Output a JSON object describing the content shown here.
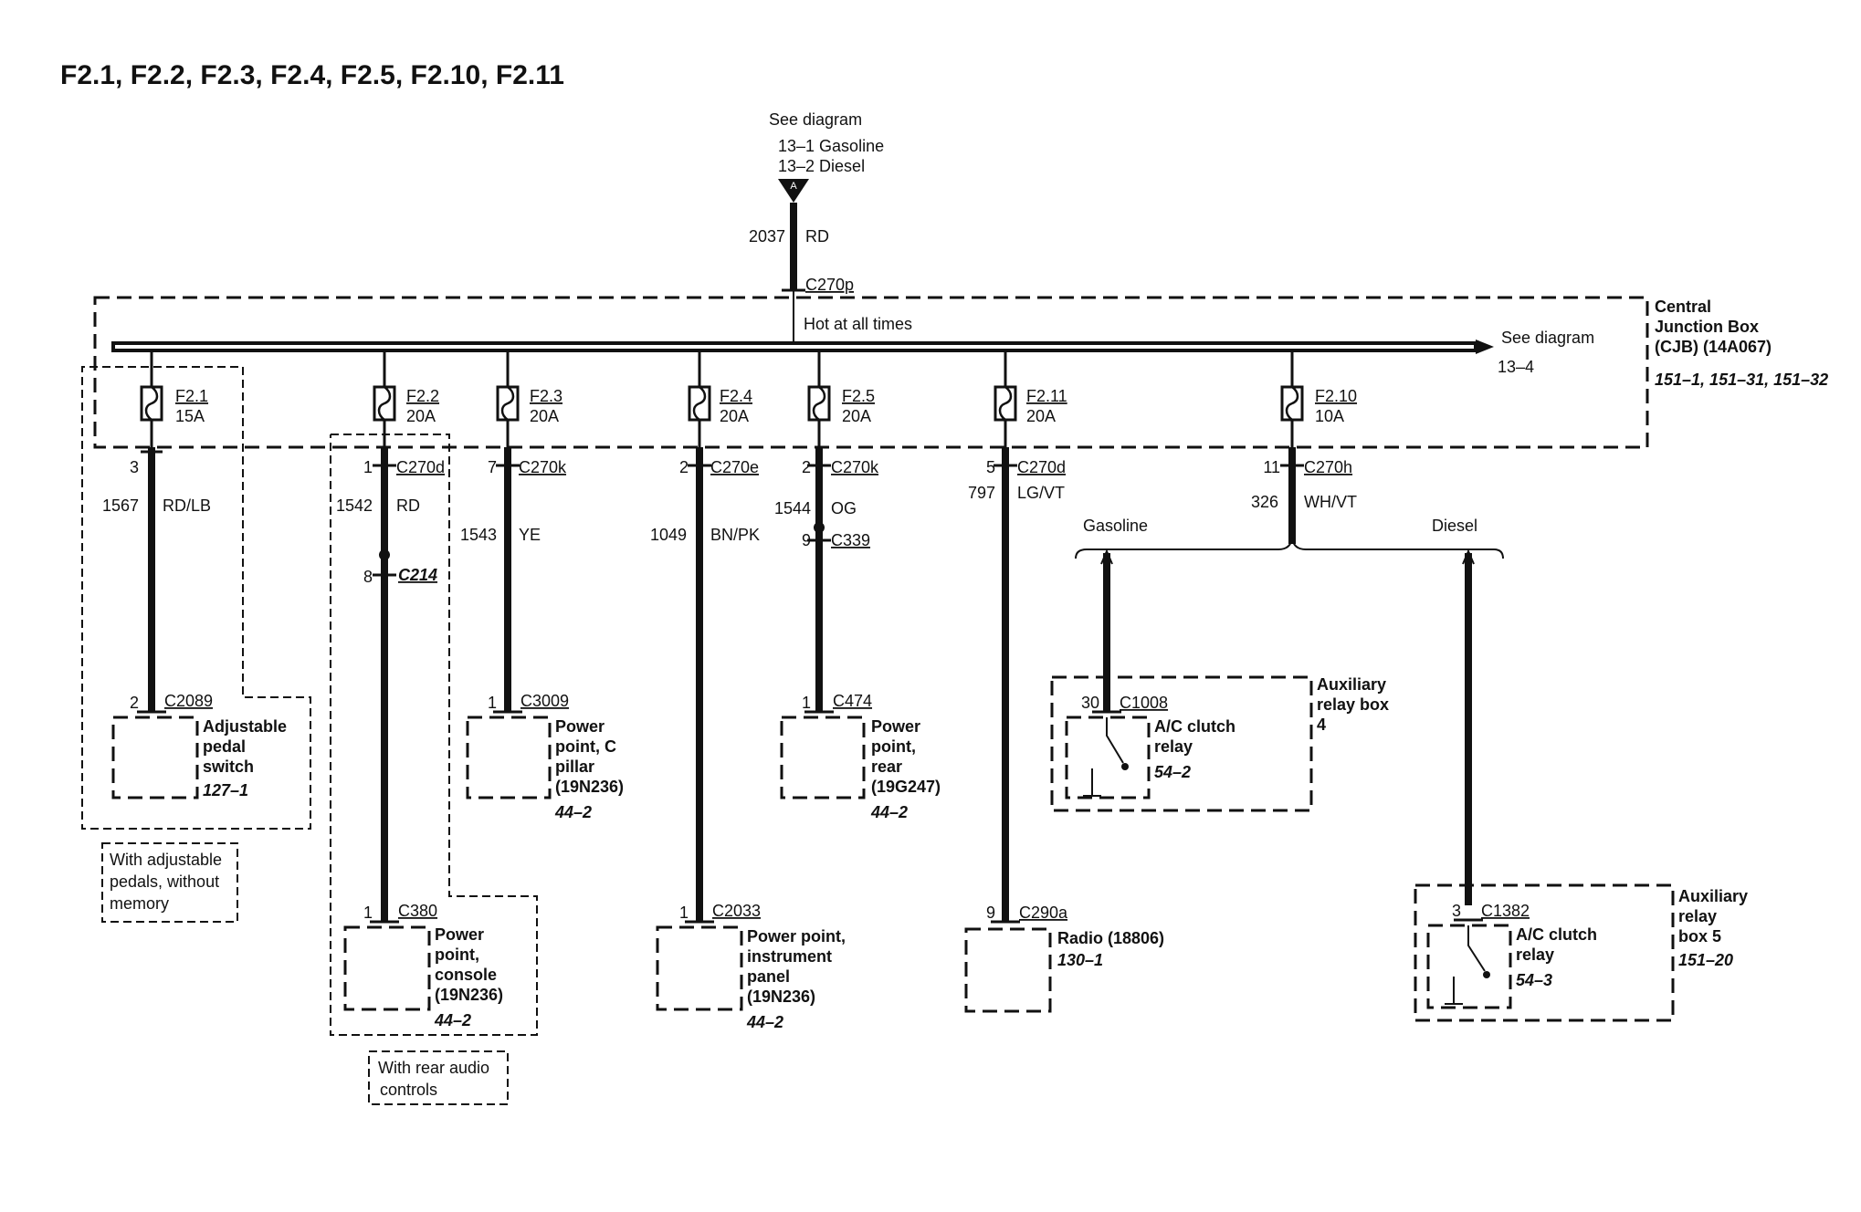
{
  "title": "F2.1, F2.2, F2.3, F2.4, F2.5, F2.10, F2.11",
  "feed": {
    "see": "See diagram",
    "ref1": "13–1 Gasoline",
    "ref2": "13–2 Diesel",
    "pin": "A",
    "circuit": "2037",
    "color": "RD",
    "connector": "C270p",
    "hot": "Hot at all times"
  },
  "cjb": {
    "line1": "Central",
    "line2": "Junction Box",
    "line3": "(CJB) (14A067)",
    "refs": "151–1, 151–31, 151–32"
  },
  "bus_see": {
    "line1": "See diagram",
    "line2": "13–4"
  },
  "fuses": [
    {
      "name": "F2.1",
      "amps": "15A"
    },
    {
      "name": "F2.2",
      "amps": "20A"
    },
    {
      "name": "F2.3",
      "amps": "20A"
    },
    {
      "name": "F2.4",
      "amps": "20A"
    },
    {
      "name": "F2.5",
      "amps": "20A"
    },
    {
      "name": "F2.11",
      "amps": "20A"
    },
    {
      "name": "F2.10",
      "amps": "10A"
    }
  ],
  "wires": {
    "w1": {
      "pin": "3",
      "circuit": "1567",
      "color": "RD/LB"
    },
    "w2": {
      "pin": "1",
      "conn": "C270d",
      "circuit": "1542",
      "color": "RD",
      "pin2": "8",
      "conn2": "C214"
    },
    "w3": {
      "pin": "7",
      "conn": "C270k",
      "circuit": "1543",
      "color": "YE"
    },
    "w4": {
      "pin": "2",
      "conn": "C270e",
      "circuit": "1049",
      "color": "BN/PK"
    },
    "w5": {
      "pin": "2",
      "conn": "C270k",
      "circuit": "1544",
      "color": "OG",
      "pin2": "9",
      "conn2": "C339"
    },
    "w6": {
      "pin": "5",
      "conn": "C270d",
      "circuit": "797",
      "color": "LG/VT"
    },
    "w7": {
      "pin": "11",
      "conn": "C270h",
      "circuit": "326",
      "color": "WH/VT"
    }
  },
  "split": {
    "left": "Gasoline",
    "right": "Diesel"
  },
  "components": {
    "pedal": {
      "pin": "2",
      "conn": "C2089",
      "l1": "Adjustable",
      "l2": "pedal",
      "l3": "switch",
      "ref": "127–1"
    },
    "pedal_note": {
      "l1": "With adjustable",
      "l2": "pedals, without",
      "l3": "memory"
    },
    "pp_console": {
      "pin": "1",
      "conn": "C380",
      "l1": "Power",
      "l2": "point,",
      "l3": "console",
      "l4": "(19N236)",
      "ref": "44–2"
    },
    "rear_note": {
      "l1": "With rear audio",
      "l2": "controls"
    },
    "pp_cpillar": {
      "pin": "1",
      "conn": "C3009",
      "l1": "Power",
      "l2": "point, C",
      "l3": "pillar",
      "l4": "(19N236)",
      "ref": "44–2"
    },
    "pp_ip": {
      "pin": "1",
      "conn": "C2033",
      "l1": "Power point,",
      "l2": "instrument",
      "l3": "panel",
      "l4": "(19N236)",
      "ref": "44–2"
    },
    "pp_rear": {
      "pin": "1",
      "conn": "C474",
      "l1": "Power",
      "l2": "point,",
      "l3": "rear",
      "l4": "(19G247)",
      "ref": "44–2"
    },
    "radio": {
      "pin": "9",
      "conn": "C290a",
      "l1": "Radio (18806)",
      "ref": "130–1"
    },
    "relay_gas": {
      "pin": "30",
      "conn": "C1008",
      "l1": "A/C clutch",
      "l2": "relay",
      "ref": "54–2",
      "box1": "Auxiliary",
      "box2": "relay box",
      "box3": "4"
    },
    "relay_diesel": {
      "pin": "3",
      "conn": "C1382",
      "l1": "A/C clutch",
      "l2": "relay",
      "ref": "54–3",
      "box1": "Auxiliary",
      "box2": "relay",
      "box3": "box 5",
      "box4": "151–20"
    }
  }
}
